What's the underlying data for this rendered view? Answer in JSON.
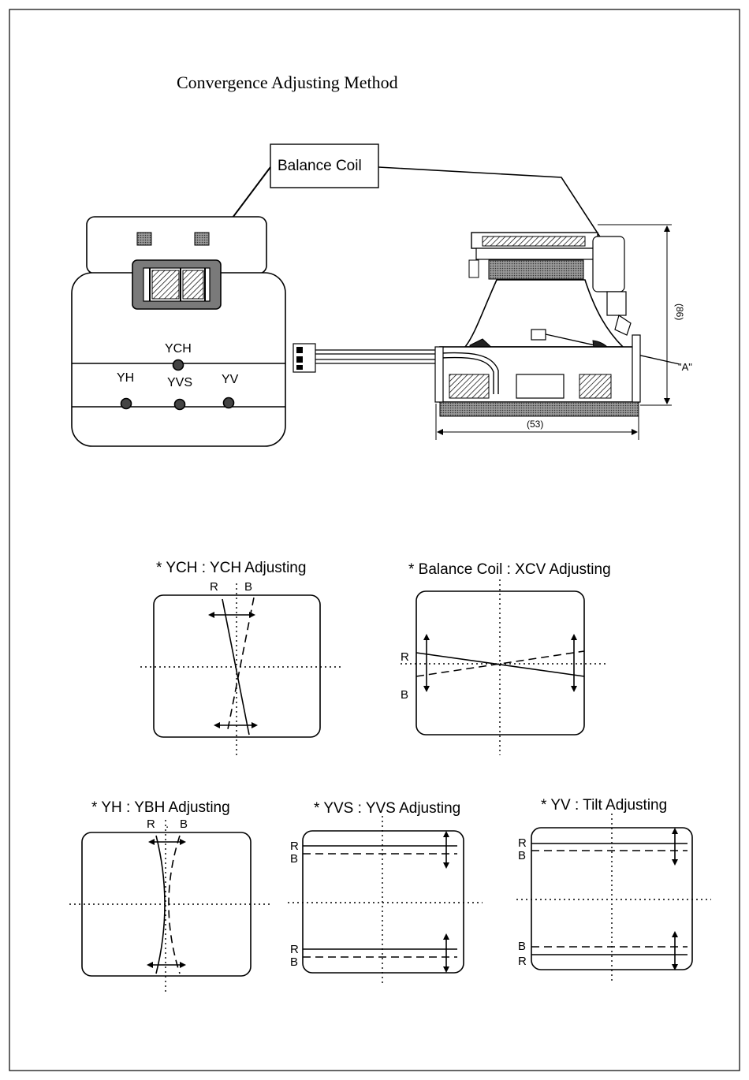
{
  "title": "Convergence Adjusting Method",
  "callout": {
    "balance_coil": "Balance Coil"
  },
  "coil_labels": {
    "ych": "YCH",
    "yh": "YH",
    "yvs": "YVS",
    "yv": "YV"
  },
  "yoke_labels": {
    "point_a": "\"A\"",
    "width_dim": "(53)",
    "height_dim": "(86)"
  },
  "panels": {
    "ych": {
      "title": "* YCH : YCH  Adjusting",
      "label_r": "R",
      "label_b": "B"
    },
    "xcv": {
      "title": "* Balance Coil : XCV  Adjusting",
      "label_r": "R",
      "label_b": "B"
    },
    "ybh": {
      "title": "* YH : YBH  Adjusting",
      "label_r": "R",
      "label_dot": ".",
      "label_b": "B"
    },
    "yvs": {
      "title": "* YVS : YVS  Adjusting",
      "label_r_top": "R",
      "label_b_top": "B",
      "label_r_bot": "R",
      "label_b_bot": "B"
    },
    "tilt": {
      "title": "* YV : Tilt  Adjusting",
      "label_r_top": "R",
      "label_b_top": "B",
      "label_b_bot": "B",
      "label_r_bot": "R"
    }
  }
}
